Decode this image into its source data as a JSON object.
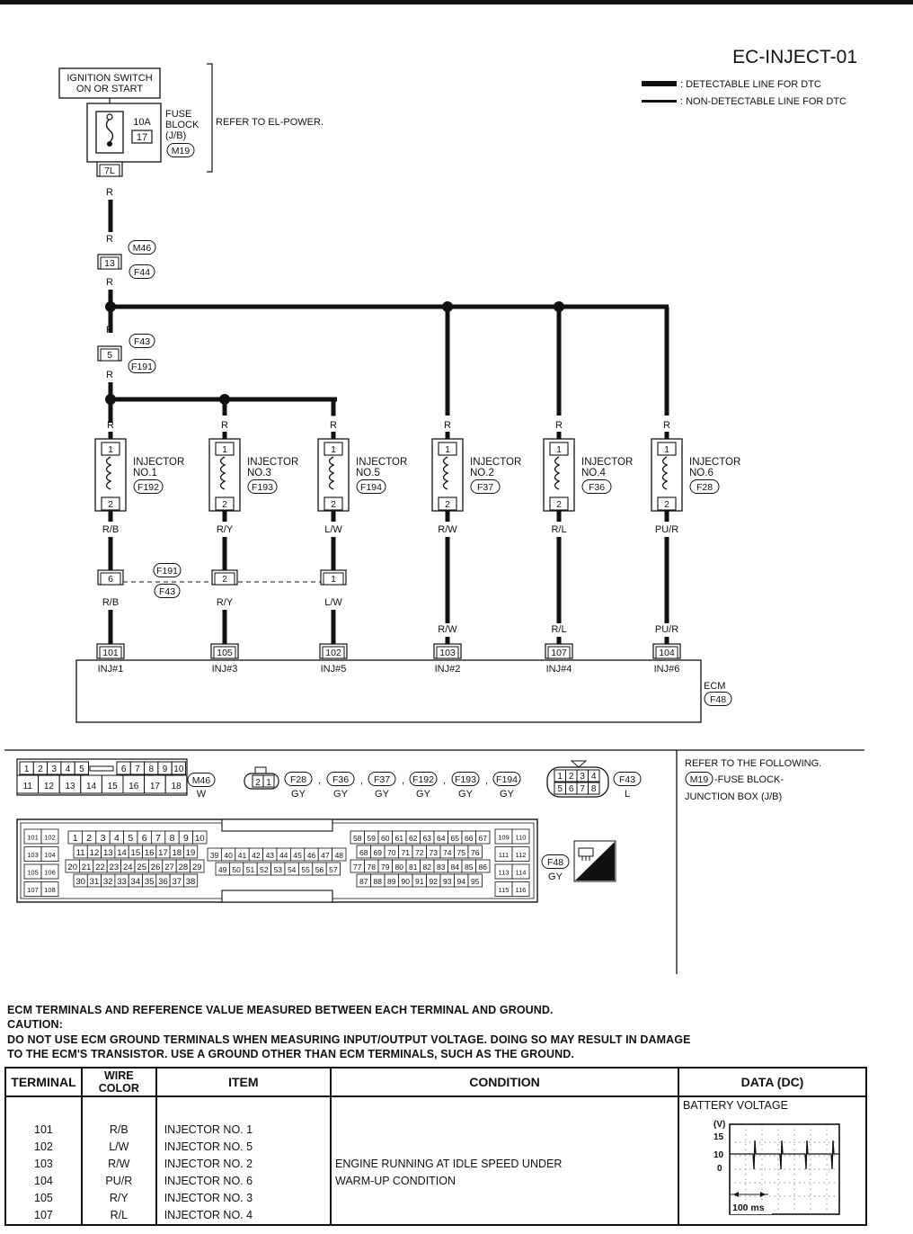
{
  "header": {
    "code": "EC-INJECT-01"
  },
  "legend": {
    "detectable": ": DETECTABLE LINE FOR DTC",
    "non_detectable": ": NON-DETECTABLE LINE FOR DTC"
  },
  "power": {
    "ignition_line1": "IGNITION SWITCH",
    "ignition_line2": "ON OR START",
    "fuse_rating": "10A",
    "fuse_number": "17",
    "fuse_block_label": [
      "FUSE",
      "BLOCK",
      "(J/B)"
    ],
    "fuse_block_connector": "M19",
    "fuse_terminal": "7L",
    "refer_el_power": "REFER TO EL-POWER."
  },
  "trunk": {
    "wire": "R",
    "conn1": {
      "pin": "13",
      "top": "M46",
      "bottom": "F44"
    },
    "conn2": {
      "pin": "5",
      "top": "F43",
      "bottom": "F191"
    }
  },
  "injectors": [
    {
      "name": "INJECTOR",
      "no": "NO.1",
      "conn": "F192",
      "wire_in": "R",
      "wire_out": "R/B",
      "pin_top": "1",
      "pin_bottom": "2",
      "inline_pin": "6",
      "ecm_pin": "101",
      "ecm_label": "INJ#1"
    },
    {
      "name": "INJECTOR",
      "no": "NO.3",
      "conn": "F193",
      "wire_in": "R",
      "wire_out": "R/Y",
      "pin_top": "1",
      "pin_bottom": "2",
      "inline_pin": "2",
      "ecm_pin": "105",
      "ecm_label": "INJ#3"
    },
    {
      "name": "INJECTOR",
      "no": "NO.5",
      "conn": "F194",
      "wire_in": "R",
      "wire_out": "L/W",
      "pin_top": "1",
      "pin_bottom": "2",
      "inline_pin": "1",
      "ecm_pin": "102",
      "ecm_label": "INJ#5"
    },
    {
      "name": "INJECTOR",
      "no": "NO.2",
      "conn": "F37",
      "wire_in": "R",
      "wire_out": "R/W",
      "pin_top": "1",
      "pin_bottom": "2",
      "inline_pin": "",
      "ecm_pin": "103",
      "ecm_label": "INJ#2"
    },
    {
      "name": "INJECTOR",
      "no": "NO.4",
      "conn": "F36",
      "wire_in": "R",
      "wire_out": "R/L",
      "pin_top": "1",
      "pin_bottom": "2",
      "inline_pin": "",
      "ecm_pin": "107",
      "ecm_label": "INJ#4"
    },
    {
      "name": "INJECTOR",
      "no": "NO.6",
      "conn": "F28",
      "wire_in": "R",
      "wire_out": "PU/R",
      "pin_top": "1",
      "pin_bottom": "2",
      "inline_pin": "",
      "ecm_pin": "104",
      "ecm_label": "INJ#6"
    }
  ],
  "inline_connector": {
    "top": "F191",
    "bottom": "F43"
  },
  "ecm": {
    "label": "ECM",
    "connector": "F48"
  },
  "connector_views": {
    "m46": {
      "row1": [
        "1",
        "2",
        "3",
        "4",
        "5",
        "6",
        "7",
        "8",
        "9",
        "10"
      ],
      "row2": [
        "11",
        "12",
        "13",
        "14",
        "15",
        "16",
        "17",
        "18"
      ],
      "tag": "M46",
      "color": "W"
    },
    "two_pin": {
      "pins": [
        "2",
        "1"
      ]
    },
    "small_tags": [
      {
        "tag": "F28",
        "color": "GY"
      },
      {
        "tag": "F36",
        "color": "GY"
      },
      {
        "tag": "F37",
        "color": "GY"
      },
      {
        "tag": "F192",
        "color": "GY"
      },
      {
        "tag": "F193",
        "color": "GY"
      },
      {
        "tag": "F194",
        "color": "GY"
      }
    ],
    "f43": {
      "row1": [
        "1",
        "2",
        "3",
        "4"
      ],
      "row2": [
        "5",
        "6",
        "7",
        "8"
      ],
      "tag": "F43",
      "color": "L"
    },
    "ecm_conn": {
      "left_pairs": [
        [
          "101",
          "102"
        ],
        [
          "103",
          "104"
        ],
        [
          "105",
          "106"
        ],
        [
          "107",
          "108"
        ]
      ],
      "g1_rows": [
        [
          "1",
          "2",
          "3",
          "4",
          "5",
          "6",
          "7",
          "8",
          "9",
          "10"
        ],
        [
          "11",
          "12",
          "13",
          "14",
          "15",
          "16",
          "17",
          "18",
          "19"
        ],
        [
          "20",
          "21",
          "22",
          "23",
          "24",
          "25",
          "26",
          "27",
          "28",
          "29"
        ],
        [
          "30",
          "31",
          "32",
          "33",
          "34",
          "35",
          "36",
          "37",
          "38"
        ]
      ],
      "g2_rows": [
        [
          "39",
          "40",
          "41",
          "42",
          "43",
          "44",
          "45",
          "46",
          "47",
          "48"
        ],
        [
          "49",
          "50",
          "51",
          "52",
          "53",
          "54",
          "55",
          "56",
          "57"
        ]
      ],
      "g3_rows": [
        [
          "58",
          "59",
          "60",
          "61",
          "62",
          "63",
          "64",
          "65",
          "66",
          "67"
        ],
        [
          "68",
          "69",
          "70",
          "71",
          "72",
          "73",
          "74",
          "75",
          "76"
        ],
        [
          "77",
          "78",
          "79",
          "80",
          "81",
          "82",
          "83",
          "84",
          "85",
          "86"
        ],
        [
          "87",
          "88",
          "89",
          "90",
          "91",
          "92",
          "93",
          "94",
          "95"
        ]
      ],
      "right_pairs": [
        [
          "109",
          "110"
        ],
        [
          "111",
          "112"
        ],
        [
          "113",
          "114"
        ],
        [
          "115",
          "116"
        ]
      ],
      "tag": "F48",
      "color": "GY",
      "hs": "H.S."
    }
  },
  "refer": {
    "line1": "REFER TO THE FOLLOWING.",
    "tag": "M19",
    "line2": "-FUSE BLOCK-",
    "line3": "JUNCTION BOX (J/B)"
  },
  "captions": [
    "ECM TERMINALS AND REFERENCE VALUE MEASURED BETWEEN EACH TERMINAL AND GROUND.",
    "CAUTION:",
    "DO NOT USE ECM GROUND TERMINALS WHEN MEASURING INPUT/OUTPUT VOLTAGE. DOING SO MAY RESULT IN DAMAGE",
    "TO THE ECM'S TRANSISTOR. USE A GROUND OTHER THAN ECM TERMINALS, SUCH AS THE GROUND."
  ],
  "table": {
    "headers": [
      "TERMINAL",
      "WIRE COLOR",
      "ITEM",
      "CONDITION",
      "DATA (DC)"
    ],
    "terminals": [
      "101",
      "102",
      "103",
      "104",
      "105",
      "107"
    ],
    "wire_colors": [
      "R/B",
      "L/W",
      "R/W",
      "PU/R",
      "R/Y",
      "R/L"
    ],
    "items": [
      "INJECTOR NO. 1",
      "INJECTOR NO. 5",
      "INJECTOR NO. 2",
      "INJECTOR NO. 6",
      "INJECTOR NO. 3",
      "INJECTOR NO. 4"
    ],
    "condition": [
      "ENGINE RUNNING AT IDLE SPEED UNDER",
      "WARM-UP CONDITION"
    ],
    "data_text": "BATTERY VOLTAGE",
    "scope": {
      "unit": "(V)",
      "ticks": [
        "15",
        "10",
        "0"
      ],
      "timebase": "100 ms"
    }
  }
}
